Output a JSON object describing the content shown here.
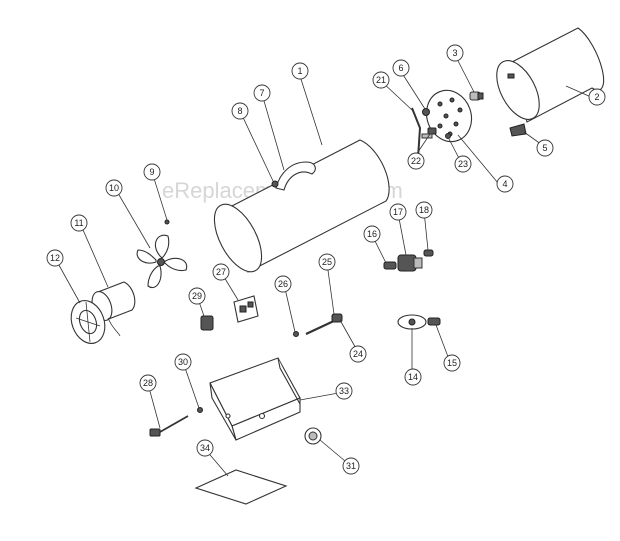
{
  "watermark": "eReplacementParts.com",
  "callouts": {
    "c1": "1",
    "c2": "2",
    "c3": "3",
    "c4": "4",
    "c5": "5",
    "c6": "6",
    "c7": "7",
    "c8": "8",
    "c9": "9",
    "c10": "10",
    "c11": "11",
    "c12": "12",
    "c14": "14",
    "c15": "15",
    "c16": "16",
    "c17": "17",
    "c18": "18",
    "c21": "21",
    "c22": "22",
    "c23": "23",
    "c24": "24",
    "c25": "25",
    "c26": "26",
    "c27": "27",
    "c28": "28",
    "c29": "29",
    "c30": "30",
    "c31": "31",
    "c33": "33",
    "c34": "34"
  }
}
